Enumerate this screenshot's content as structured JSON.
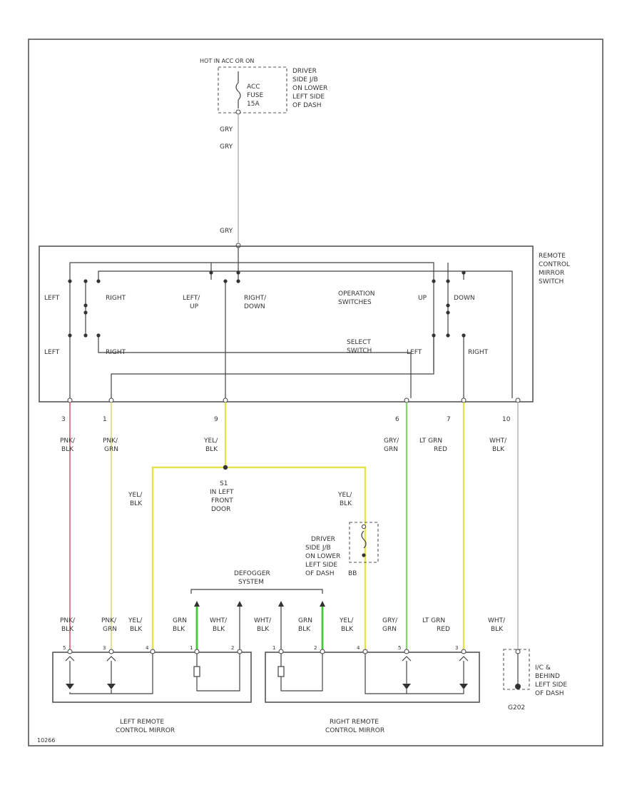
{
  "power": {
    "hot_label": "HOT IN ACC OR ON",
    "fuse_label": [
      "ACC",
      "FUSE",
      "15A"
    ],
    "fuse_location": [
      "DRIVER",
      "SIDE J/B",
      "ON LOWER",
      "LEFT SIDE",
      "OF DASH"
    ],
    "wire_color_top": "GRY",
    "wire_color_mid": "GRY",
    "wire_color_bottom": "GRY",
    "wire_code": "GRY"
  },
  "switch": {
    "name": [
      "REMOTE",
      "CONTROL",
      "MIRROR",
      "SWITCH"
    ],
    "contact_left": "LEFT",
    "contact_right": "RIGHT",
    "contact_left_up": [
      "LEFT/",
      "UP"
    ],
    "contact_right_down": [
      "RIGHT/",
      "DOWN"
    ],
    "operation": [
      "OPERATION",
      "SWITCHES"
    ],
    "contact_up": "UP",
    "contact_down": "DOWN",
    "select": [
      "SELECT",
      "SWITCH"
    ],
    "sel_left_a": "LEFT",
    "sel_right_a": "RIGHT",
    "sel_left_b": "LEFT",
    "sel_right_b": "RIGHT"
  },
  "pins": [
    "3",
    "1",
    "9",
    "6",
    "7",
    "10"
  ],
  "wire_labels_top": [
    [
      "PNK/",
      "BLK"
    ],
    [
      "PNK/",
      "GRN"
    ],
    [
      "YEL/",
      "BLK"
    ],
    [
      "GRY/",
      "GRN"
    ],
    [
      "LT GRN",
      "RED"
    ],
    [
      "WHT/",
      "BLK"
    ]
  ],
  "splice": [
    "S1",
    "IN LEFT",
    "FRONT",
    "DOOR"
  ],
  "left_branch": [
    "YEL/",
    "BLK"
  ],
  "right_branch": [
    "YEL/",
    "BLK"
  ],
  "defog": {
    "title": [
      "DEFOGGER",
      "SYSTEM"
    ],
    "fuse_location": [
      "DRIVER",
      "SIDE J/B",
      "ON LOWER",
      "LEFT SIDE",
      "OF DASH"
    ],
    "fuse_suffix": "BB"
  },
  "bottom_labels": [
    [
      "PNK/",
      "BLK"
    ],
    [
      "PNK/",
      "GRN"
    ],
    [
      "YEL/",
      "BLK"
    ],
    [
      "GRN",
      "BLK"
    ],
    [
      "WHT/",
      "BLK"
    ],
    [
      "WHT/",
      "BLK"
    ],
    [
      "GRN",
      "BLK"
    ],
    [
      "YEL/",
      "BLK"
    ],
    [
      "GRY/",
      "GRN"
    ],
    [
      "LT GRN",
      "RED"
    ],
    [
      "WHT/",
      "BLK"
    ]
  ],
  "ground": {
    "location": [
      "I/C &",
      "BEHIND",
      "LEFT SIDE",
      "OF DASH"
    ],
    "id": "G202"
  },
  "mirror_left": [
    "LEFT REMOTE",
    "CONTROL MIRROR"
  ],
  "mirror_right": [
    "RIGHT REMOTE",
    "CONTROL MIRROR"
  ],
  "diagram_id": "10266"
}
